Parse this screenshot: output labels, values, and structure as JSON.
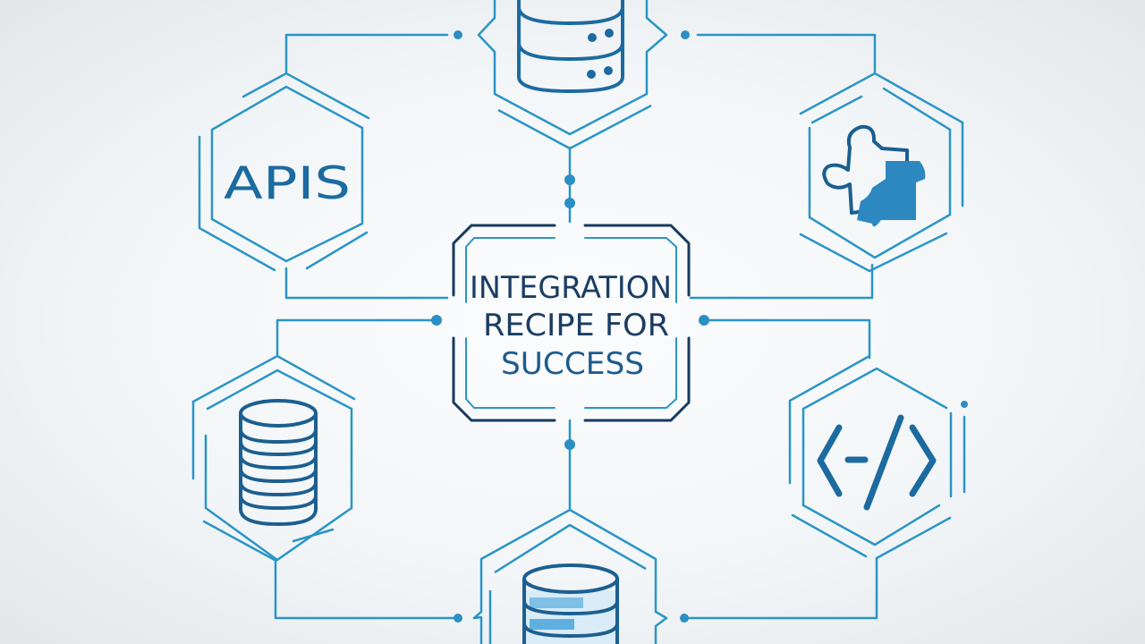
{
  "diagram": {
    "title_lines": [
      "INTEGRATION",
      "RECIPE FOR",
      "SUCCESS"
    ],
    "nodes": [
      {
        "id": "top",
        "icon": "database-server-icon"
      },
      {
        "id": "top-left",
        "label": "APIS",
        "icon": "apis-text"
      },
      {
        "id": "top-right",
        "icon": "puzzle-piece-icon"
      },
      {
        "id": "bottom-left",
        "icon": "database-stack-icon"
      },
      {
        "id": "bottom-right",
        "icon": "code-tag-icon"
      },
      {
        "id": "bottom",
        "icon": "database-icon"
      }
    ],
    "colors": {
      "line": "#2a95c6",
      "dark": "#173a5e",
      "icon": "#1c6ba0",
      "dot": "#2c8fc3"
    }
  }
}
